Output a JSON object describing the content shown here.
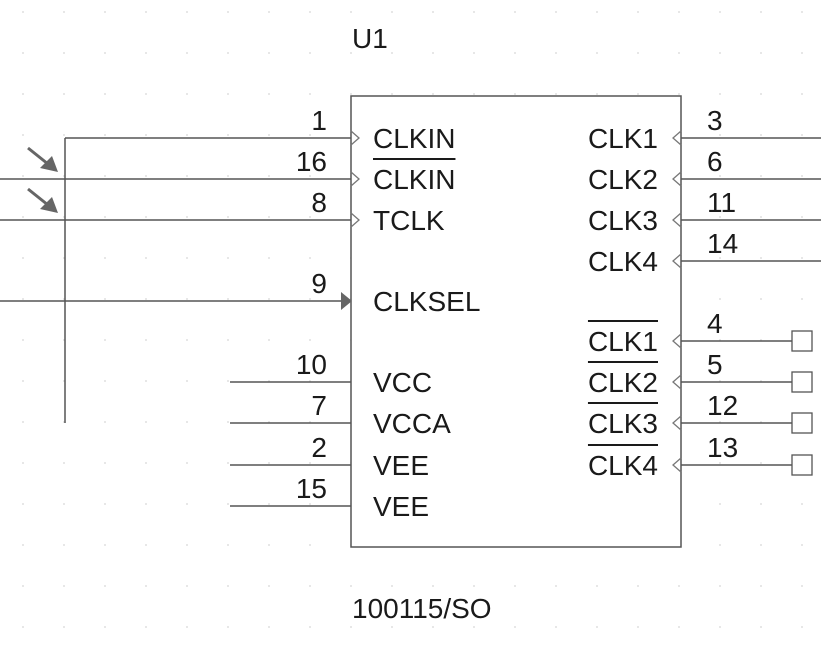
{
  "component": {
    "refdes": "U1",
    "part_number": "100115/SO"
  },
  "left_pins": [
    {
      "number": "1",
      "name": "CLKIN",
      "inverted": false,
      "clock": true
    },
    {
      "number": "16",
      "name": "CLKIN",
      "inverted": true,
      "clock": true
    },
    {
      "number": "8",
      "name": "TCLK",
      "inverted": false,
      "clock": true
    },
    {
      "number": "9",
      "name": "CLKSEL",
      "inverted": false,
      "clock": false,
      "input_arrow": true
    },
    {
      "number": "10",
      "name": "VCC",
      "inverted": false,
      "clock": false
    },
    {
      "number": "7",
      "name": "VCCA",
      "inverted": false,
      "clock": false
    },
    {
      "number": "2",
      "name": "VEE",
      "inverted": false,
      "clock": false
    },
    {
      "number": "15",
      "name": "VEE",
      "inverted": false,
      "clock": false
    }
  ],
  "right_pins": [
    {
      "number": "3",
      "name": "CLK1",
      "inverted": false,
      "terminal": false
    },
    {
      "number": "6",
      "name": "CLK2",
      "inverted": false,
      "terminal": false
    },
    {
      "number": "11",
      "name": "CLK3",
      "inverted": false,
      "terminal": false
    },
    {
      "number": "14",
      "name": "CLK4",
      "inverted": false,
      "terminal": false
    },
    {
      "number": "4",
      "name": "CLK1",
      "inverted": true,
      "terminal": true
    },
    {
      "number": "5",
      "name": "CLK2",
      "inverted": true,
      "terminal": true
    },
    {
      "number": "12",
      "name": "CLK3",
      "inverted": true,
      "terminal": true
    },
    {
      "number": "13",
      "name": "CLK4",
      "inverted": true,
      "terminal": true
    }
  ],
  "colors": {
    "wire": "#555555",
    "text": "#1a1a1a",
    "arrow": "#666666",
    "grid_dot": "#d6d6d6"
  },
  "icons": {
    "probe_marker": "arrow-pointing-down-right",
    "input_marker": "triangle-arrow-right",
    "output_terminal": "square-terminal"
  }
}
